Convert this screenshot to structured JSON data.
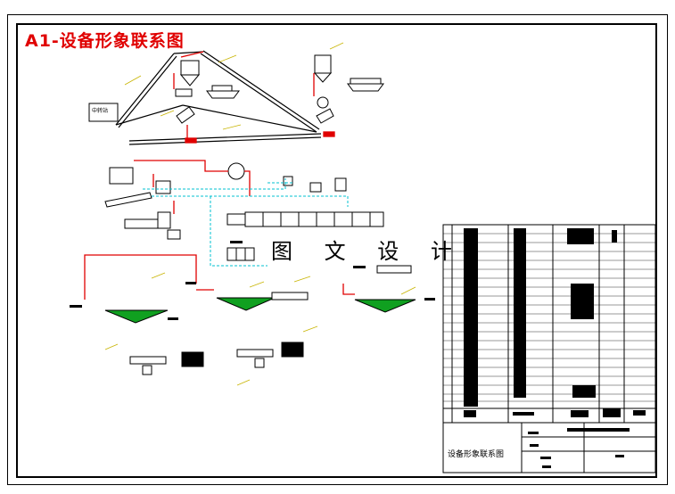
{
  "drawing": {
    "title": "A1-设备形象联系图",
    "watermark": "图 文 设 计",
    "title_block_name": "设备形象联系图",
    "station_label": "中转站"
  },
  "colors": {
    "flow_red": "#e00000",
    "water_cyan": "#00c0d0",
    "equipment_green": "#10a020",
    "callout_yellow": "#c8b400",
    "ink": "#000000"
  }
}
